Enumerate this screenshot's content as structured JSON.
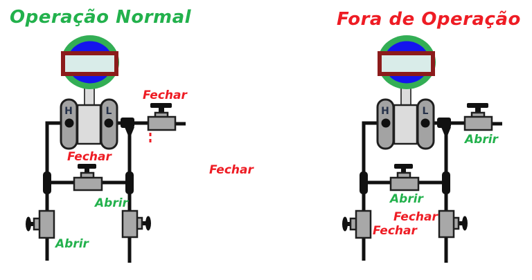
{
  "colors": {
    "open_green": "#22b14c",
    "closed_red": "#ee1c24",
    "ring_green": "#33ae55",
    "gauge_blue": "#1414ee",
    "frame_maroon": "#8c1b1b",
    "display_cyan": "#d9ece9",
    "valve_gray": "#a8a8a8",
    "capsule_gray": "#a3a3a3",
    "body_gray": "#dcdcdc",
    "line": "#111111",
    "outline": "#1f1f1f"
  },
  "ports": {
    "high": "H",
    "low": "L"
  },
  "left": {
    "title": {
      "text": "Operação Normal",
      "tone": "green"
    },
    "labels": {
      "vent": {
        "text": "Fechar",
        "state": "closed"
      },
      "equalizer": {
        "text": "Fechar",
        "state": "closed"
      },
      "low_block": {
        "text": "Abrir",
        "state": "open"
      },
      "high_block": {
        "text": "Abrir",
        "state": "open"
      }
    }
  },
  "middle": {
    "text": "Fechar",
    "state": "closed"
  },
  "right": {
    "title": {
      "text": "Fora de Operação",
      "tone": "red"
    },
    "labels": {
      "vent": {
        "text": "Abrir",
        "state": "open"
      },
      "equalizer": {
        "text": "Abrir",
        "state": "open"
      },
      "low_block": {
        "text": "Fechar",
        "state": "closed"
      },
      "high_block": {
        "text": "Fechar",
        "state": "closed"
      }
    }
  }
}
